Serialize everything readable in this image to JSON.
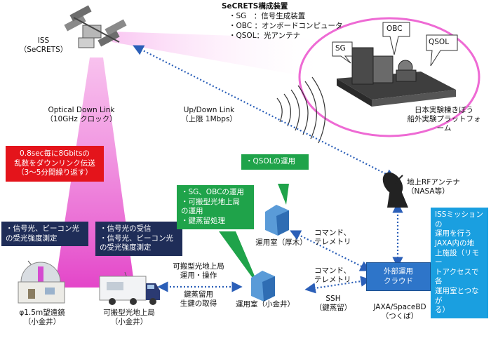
{
  "secrets": {
    "title": "SeCRETS構成装置",
    "items": [
      "・SG　：信号生成装置",
      "・OBC ：オンボードコンピュータ",
      "・QSOL：光アンテナ"
    ]
  },
  "iss_label": "ISS\n（SeCRETS）",
  "device_callouts": {
    "sg": "SG",
    "obc": "OBC",
    "qsol": "QSOL"
  },
  "platform_label": "日本実験棟きぼう\n船外実験プラットフォーム",
  "optical_label": "Optical Down Link\n（10GHz クロック）",
  "updown_label": "Up/Down Link\n（上限 1Mbps）",
  "red_box": "0.8sec毎に8Gbitsの\n乱数をダウンリンク伝送\n（3～5分間繰り返す）",
  "navy_box_left": "・信号光、ビーコン光\nの受光強度測定",
  "navy_box_mid": "・信号光の受信\n・信号光、ビーコン光\nの受光強度測定",
  "green_box_top": "・QSOLの運用",
  "green_box_mid": "・SG、OBCの運用\n・可搬型光地上局\nの運用\n・鍵蒸留処理",
  "rf_antenna_label": "地上RFアンテナ\n（NASA等）",
  "cyan_box": "ISSミッションの\n運用を行う\nJAXA内の地\n上施設（リモー\nトアクセスで各\n運用室とつなが\nる）",
  "cloud_box": "外部運用\nクラウド",
  "cloud_label": "JAXA/SpaceBD\n（つくば）",
  "atsugi_label": "運用室（厚木）",
  "koganei_label": "運用室（小金井）",
  "telescope_label": "φ1.5m望遠鏡\n（小金井）",
  "truck_label": "可搬型光地上局\n（小金井）",
  "cmd1_label": "コマンド、\nテレメトリ",
  "cmd2_label": "コマンド、\nテレメトリ",
  "ssh_label": "SSH\n（鍵蒸留）",
  "portable_op_label": "可搬型光地上局\n運用・操作",
  "key_label": "鍵蒸留用\n生鍵の取得",
  "colors": {
    "red": "#e4141b",
    "navy": "#1f2d58",
    "green": "#1fa34a",
    "blue": "#2e75c9",
    "cyan": "#1a9fe0",
    "beam": "#f06fd0",
    "arrow": "#2b5fb8"
  }
}
